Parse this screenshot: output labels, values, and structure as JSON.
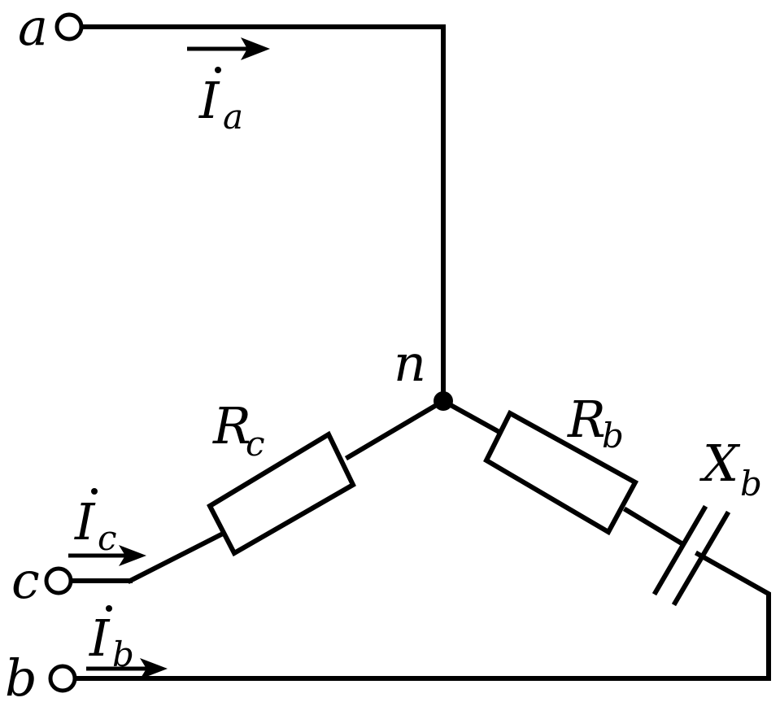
{
  "terminals": {
    "a": "a",
    "b": "b",
    "c": "c"
  },
  "node": "n",
  "currents": {
    "a": {
      "symbol": "I",
      "subscript": "a"
    },
    "b": {
      "symbol": "I",
      "subscript": "b"
    },
    "c": {
      "symbol": "I",
      "subscript": "c"
    }
  },
  "components": {
    "rc": {
      "symbol": "R",
      "subscript": "c"
    },
    "rb": {
      "symbol": "R",
      "subscript": "b"
    },
    "xb": {
      "symbol": "X",
      "subscript": "b"
    }
  }
}
